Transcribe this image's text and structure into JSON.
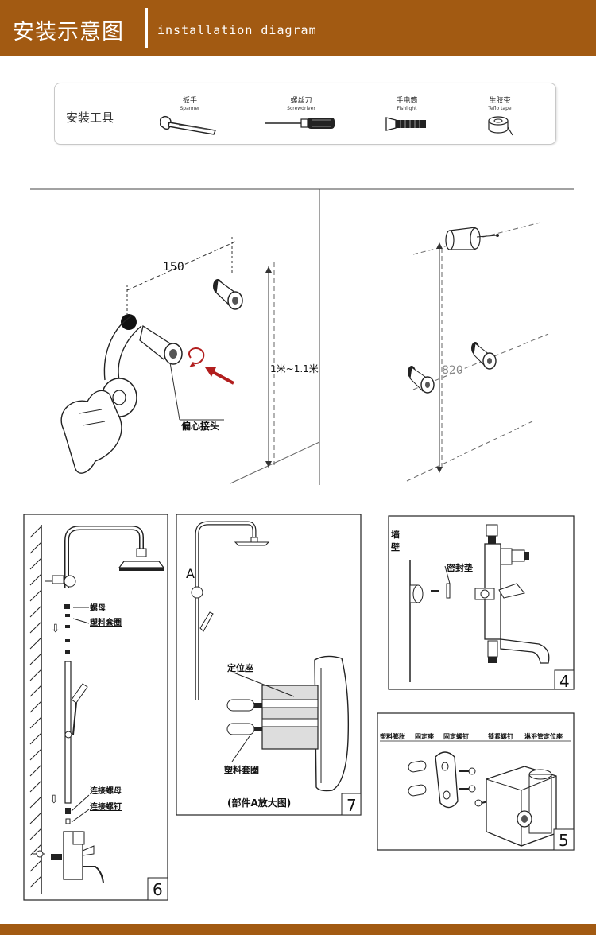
{
  "header": {
    "title_cn": "安装示意图",
    "title_en": "installation diagram",
    "bg_color": "#a25a12"
  },
  "tools": {
    "title": "安装工具",
    "items": [
      {
        "cn": "扳手",
        "en": "Spanner",
        "icon": "spanner-icon"
      },
      {
        "cn": "螺丝刀",
        "en": "Screwdriver",
        "icon": "screwdriver-icon"
      },
      {
        "cn": "手电筒",
        "en": "Fishlight",
        "icon": "flashlight-icon"
      },
      {
        "cn": "生胶带",
        "en": "Teflo tape",
        "icon": "teflon-tape-icon"
      }
    ]
  },
  "step1": {
    "dimension": "150",
    "height": "1米~1.1米",
    "eccentric_label": "偏心接头"
  },
  "step2": {
    "dimension": "820"
  },
  "step6": {
    "labels": [
      "螺母",
      "塑料套圈",
      "连接螺母",
      "连接螺钉"
    ],
    "number": "6"
  },
  "step7": {
    "marker": "A",
    "labels": [
      "定位座",
      "塑料套圈"
    ],
    "caption": "(部件A放大图)",
    "number": "7"
  },
  "step4": {
    "labels": [
      "墙",
      "壁",
      "密封垫"
    ],
    "number": "4"
  },
  "step5": {
    "labels": [
      "塑料膨胀",
      "固定座",
      "固定螺钉",
      "锁紧螺钉",
      "淋浴管定位座"
    ],
    "number": "5"
  }
}
